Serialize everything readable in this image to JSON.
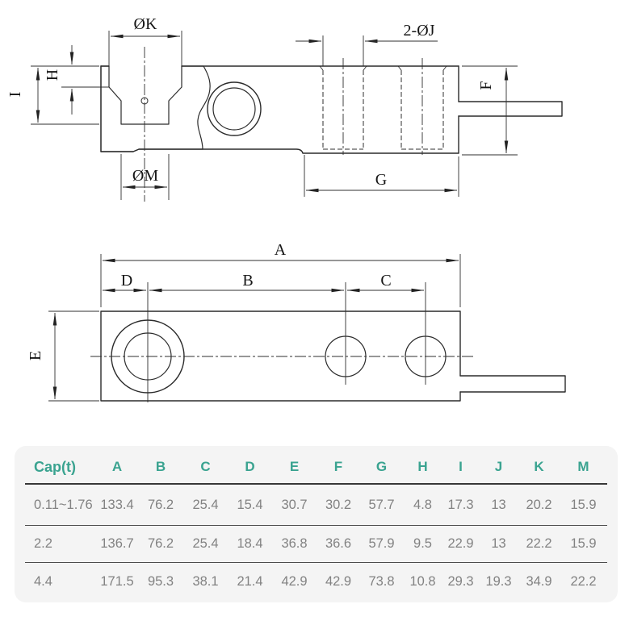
{
  "drawing": {
    "dims": {
      "ok": "ØK",
      "oj": "2-ØJ",
      "h": "H",
      "i": "I",
      "om": "ØM",
      "f": "F",
      "g": "G",
      "a": "A",
      "b": "B",
      "c": "C",
      "d": "D",
      "e": "E"
    }
  },
  "table": {
    "accent_color": "#3aa390",
    "value_color": "#828282",
    "headers": [
      "Cap(t)",
      "A",
      "B",
      "C",
      "D",
      "E",
      "F",
      "G",
      "H",
      "I",
      "J",
      "K",
      "M"
    ],
    "rows": [
      [
        "0.11~1.76",
        "133.4",
        "76.2",
        "25.4",
        "15.4",
        "30.7",
        "30.2",
        "57.7",
        "4.8",
        "17.3",
        "13",
        "20.2",
        "15.9"
      ],
      [
        "2.2",
        "136.7",
        "76.2",
        "25.4",
        "18.4",
        "36.8",
        "36.6",
        "57.9",
        "9.5",
        "22.9",
        "13",
        "22.2",
        "15.9"
      ],
      [
        "4.4",
        "171.5",
        "95.3",
        "38.1",
        "21.4",
        "42.9",
        "42.9",
        "73.8",
        "10.8",
        "29.3",
        "19.3",
        "34.9",
        "22.2"
      ]
    ]
  }
}
